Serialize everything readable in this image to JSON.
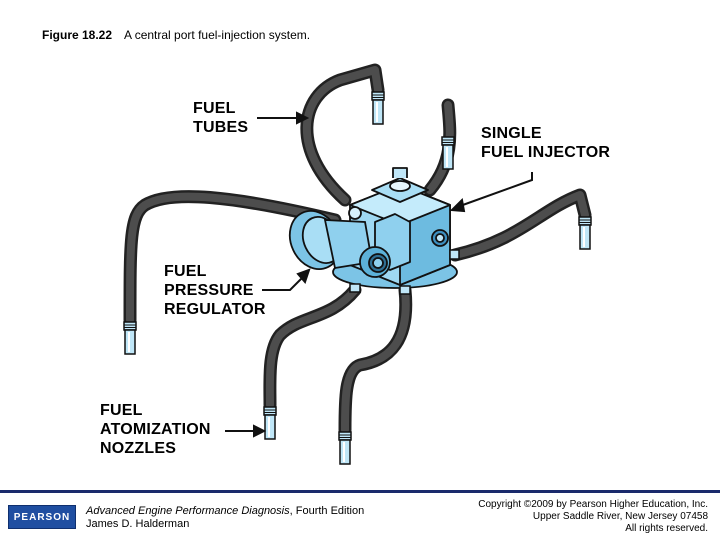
{
  "caption": {
    "figure_label": "Figure 18.22",
    "text": "A central port fuel-injection system."
  },
  "labels": {
    "fuel_tubes": [
      "FUEL",
      "TUBES"
    ],
    "single_fuel_injector": [
      "SINGLE",
      "FUEL INJECTOR"
    ],
    "fuel_pressure_regulator": [
      "FUEL",
      "PRESSURE",
      "REGULATOR"
    ],
    "fuel_atomization_nozzles": [
      "FUEL",
      "ATOMIZATION",
      "NOZZLES"
    ]
  },
  "footer": {
    "publisher_logo": "PEARSON",
    "book_title": "Advanced Engine Performance Diagnosis",
    "edition": ", Fourth Edition",
    "author": "James D. Halderman",
    "copyright_line1": "Copyright ©2009 by Pearson Higher Education, Inc.",
    "copyright_line2": "Upper Saddle River, New Jersey 07458",
    "copyright_line3": "All rights reserved."
  },
  "colors": {
    "tube": "#3a3a3a",
    "body_fill": "#9fd8f2",
    "body_dark": "#5cb1d8",
    "nozzle_fill": "#bfe6f7",
    "footer_rule": "#1a2a6c",
    "logo_bg": "#1f4ea1"
  }
}
